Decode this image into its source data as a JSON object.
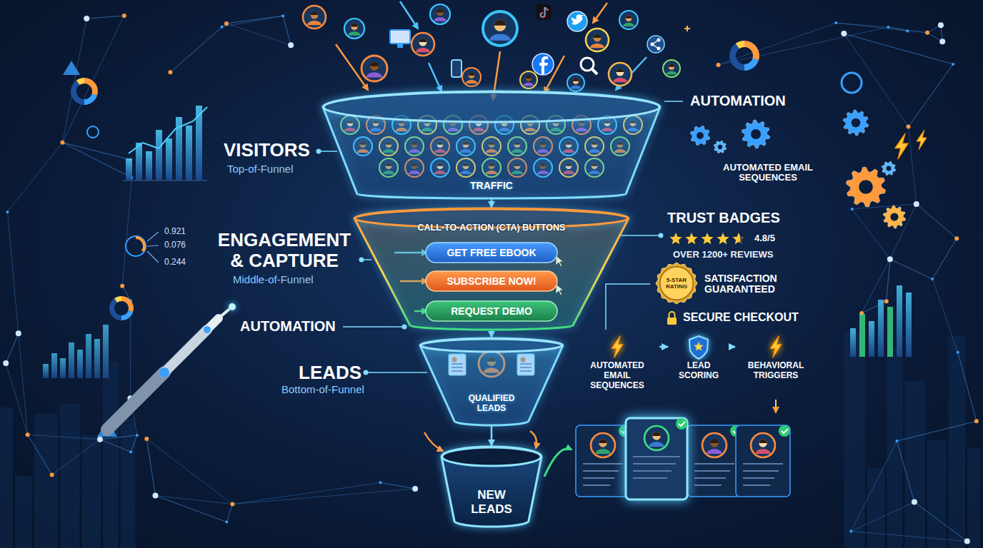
{
  "diagram": {
    "nodes": [
      {
        "text": [
          "TRAFFIC"
        ]
      },
      {
        "text": [
          "CALL-TO-ACTION (CTA) BUTTONS"
        ]
      },
      {
        "text": [
          "GET FREE EBOOK"
        ],
        "in": 1
      },
      {
        "text": [
          "SUBSCRIBE NOW!"
        ],
        "in": 1
      },
      {
        "text": [
          "REQUEST DEMO"
        ],
        "in": 1
      },
      {
        "text": [
          "QUALIFIED LEADS"
        ]
      },
      {
        "text": [
          "NEW LEADS"
        ]
      },
      {
        "text": [
          "5-STAR RATING"
        ]
      },
      {
        "text": [
          "AUTOMATED EMAIL SEQUENCES"
        ]
      },
      {
        "text": [
          "LEAD SCORING"
        ]
      },
      {
        "text": [
          "BEHAVIORAL TRIGGERS"
        ]
      }
    ],
    "edges": [
      {
        "from": 0,
        "to": 1,
        "arrow": "to"
      },
      {
        "from": 1,
        "to": 5,
        "arrow": "to"
      },
      {
        "from": 5,
        "to": 6,
        "arrow": "to"
      },
      {
        "from": 8,
        "to": 9,
        "arrow": "to"
      },
      {
        "from": 9,
        "to": 10,
        "arrow": "to"
      }
    ],
    "labels": [
      "VISITORS",
      "Top-of-Funnel",
      "ENGAGEMENT & CAPTURE",
      "Middle-of-Funnel",
      "AUTOMATION",
      "LEADS",
      "Bottom-of-Funnel",
      "AUTOMATION",
      "AUTOMATED EMAIL SEQUENCES",
      "TRUST BADGES",
      "4.8/5",
      "OVER 1200+ REVIEWS",
      "SATISFACTION GUARANTEED",
      "SECURE CHECKOUT",
      "0.921",
      "0.076",
      "0.244"
    ]
  }
}
